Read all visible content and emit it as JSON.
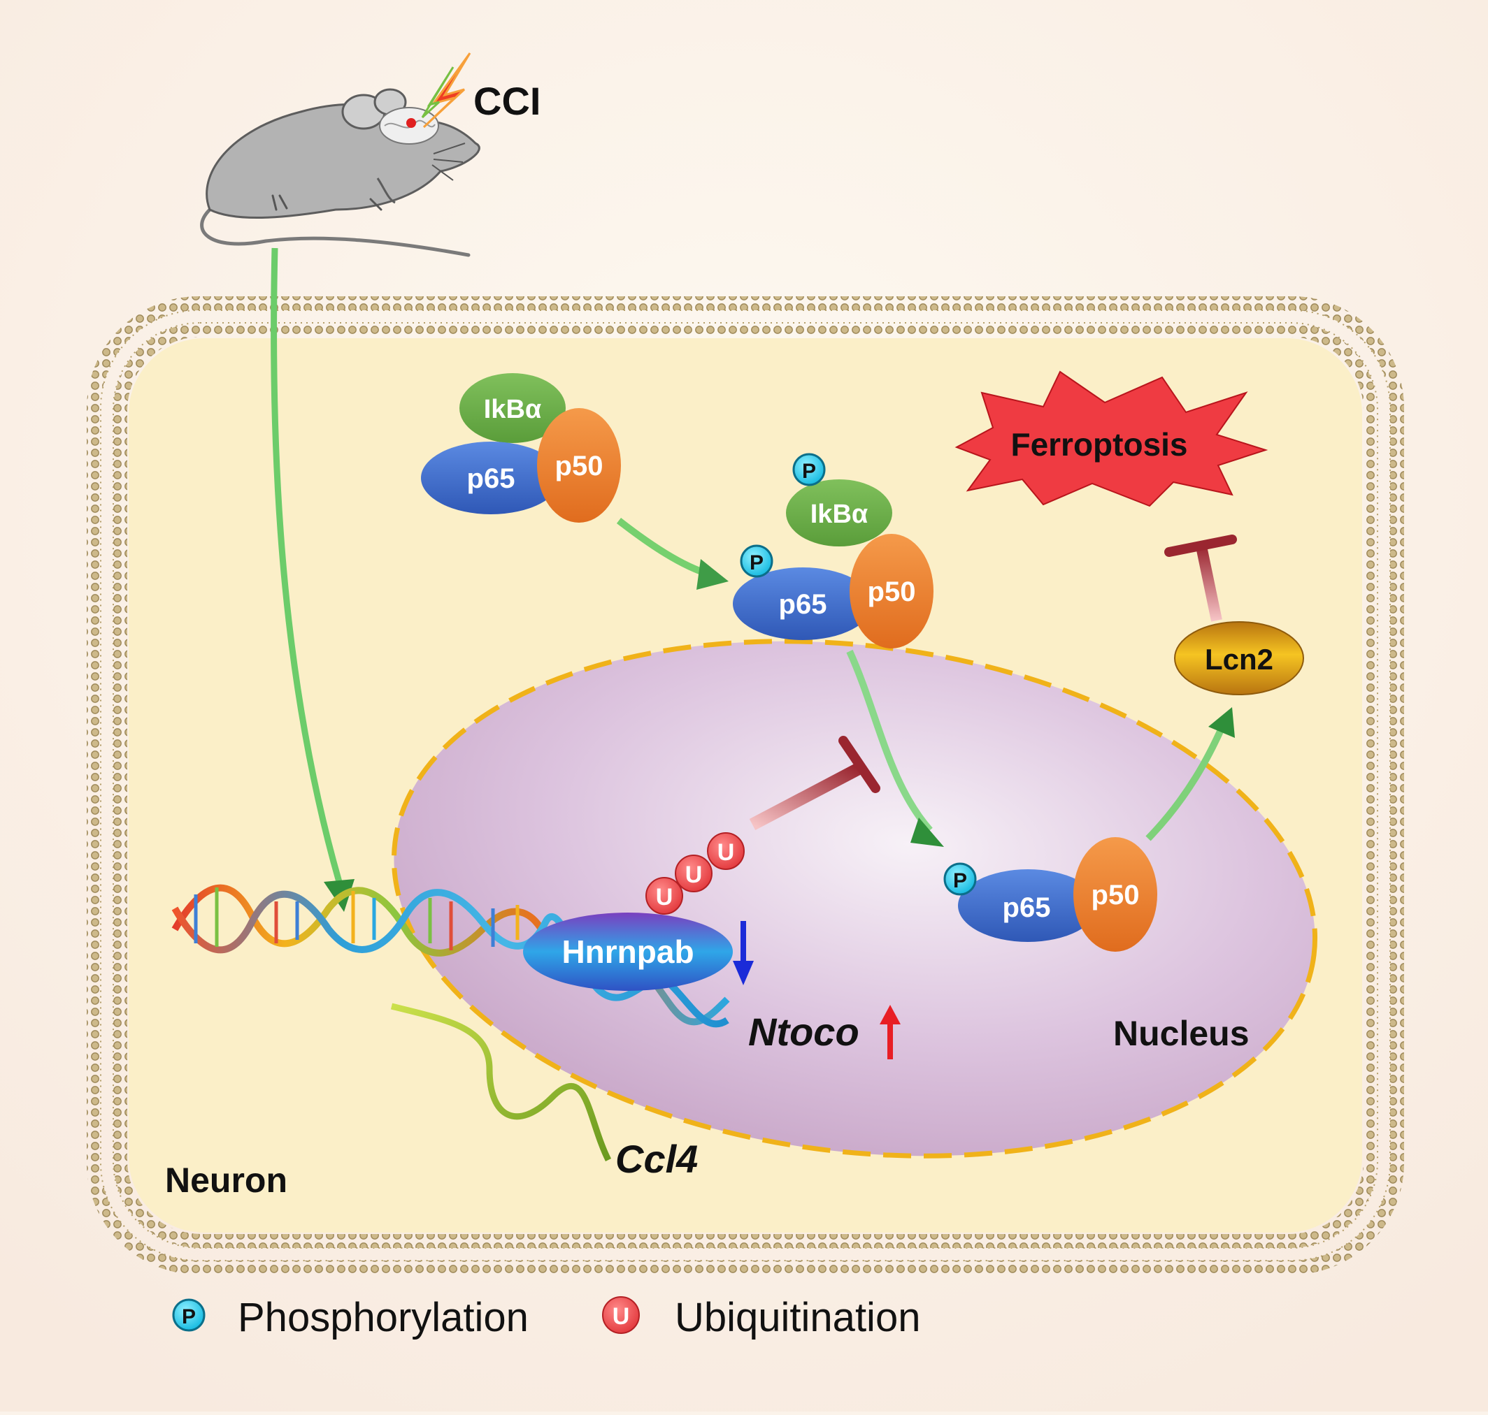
{
  "labels": {
    "cci": "CCI",
    "neuron": "Neuron",
    "nucleus": "Nucleus",
    "ferroptosis": "Ferroptosis",
    "lcn2": "Lcn2",
    "hnrnpab": "Hnrnpab",
    "ntoco": "Ntoco",
    "ccl4": "Ccl4"
  },
  "complexes": {
    "c1": {
      "ikba": "IkBα",
      "p65": "p65",
      "p50": "p50"
    },
    "c2": {
      "ikba": "IkBα",
      "p65": "p65",
      "p50": "p50"
    },
    "c3": {
      "p65": "p65",
      "p50": "p50"
    }
  },
  "marks": {
    "phospho": "P",
    "ubiq": "U"
  },
  "legend": {
    "phospho_symbol": "P",
    "phospho_label": "Phosphorylation",
    "ubiq_symbol": "U",
    "ubiq_label": "Ubiquitination"
  },
  "colors": {
    "background": "#fbf3ea",
    "cell_fill": "#fbefc8",
    "membrane": "#c9b27e",
    "nucleus_border": "#f0b219",
    "p65": "#3f6fd0",
    "p50": "#ee7e2c",
    "ikba": "#6cb24a",
    "phospho": "#23c9ec",
    "ubiq": "#ea3f43",
    "activation_arrow": "#3f9c47",
    "inhibition": "#9a2630",
    "ferroptosis": "#ef3b42"
  }
}
